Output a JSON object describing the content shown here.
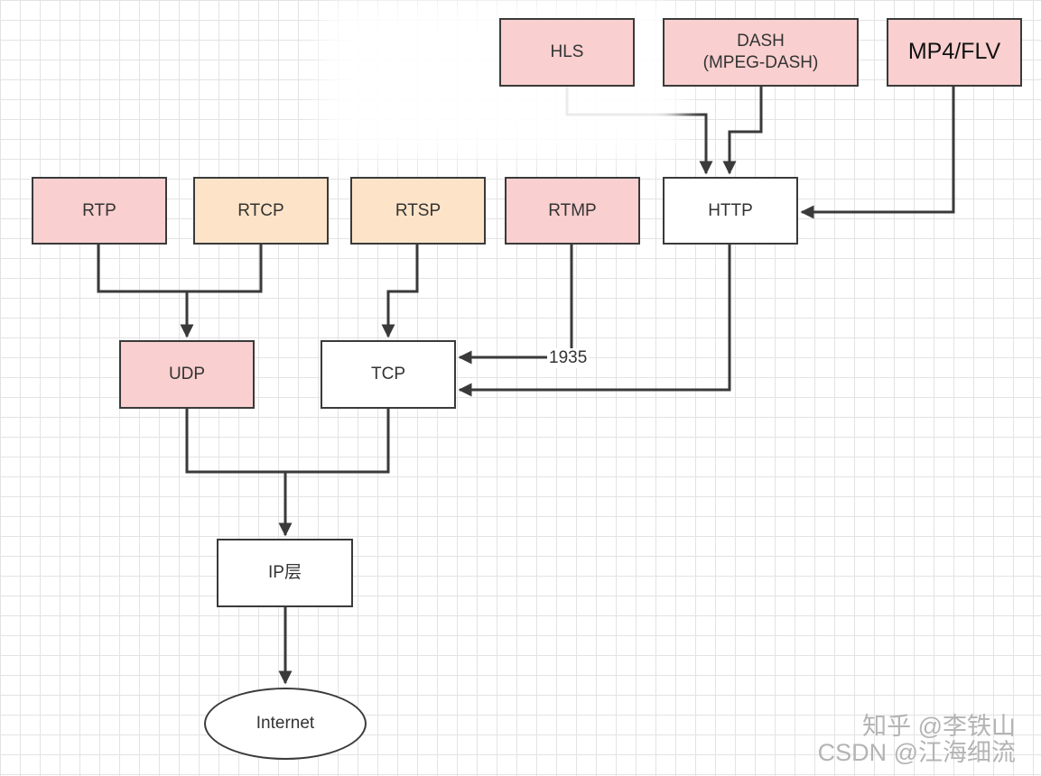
{
  "nodes": {
    "hls": "HLS",
    "dash_line1": "DASH",
    "dash_line2": "(MPEG-DASH)",
    "mp4flv": "MP4/FLV",
    "rtp": "RTP",
    "rtcp": "RTCP",
    "rtsp": "RTSP",
    "rtmp": "RTMP",
    "http": "HTTP",
    "udp": "UDP",
    "tcp": "TCP",
    "ip": "IP层",
    "internet": "Internet"
  },
  "edges": {
    "rtmp_port": "1935"
  },
  "watermark": {
    "line1": "知乎 @李铁山",
    "line2": "CSDN @江海细流"
  },
  "colors": {
    "pink": "#f9cfcf",
    "peach": "#fde4c8",
    "white": "#ffffff",
    "line": "#3a3a3a"
  }
}
